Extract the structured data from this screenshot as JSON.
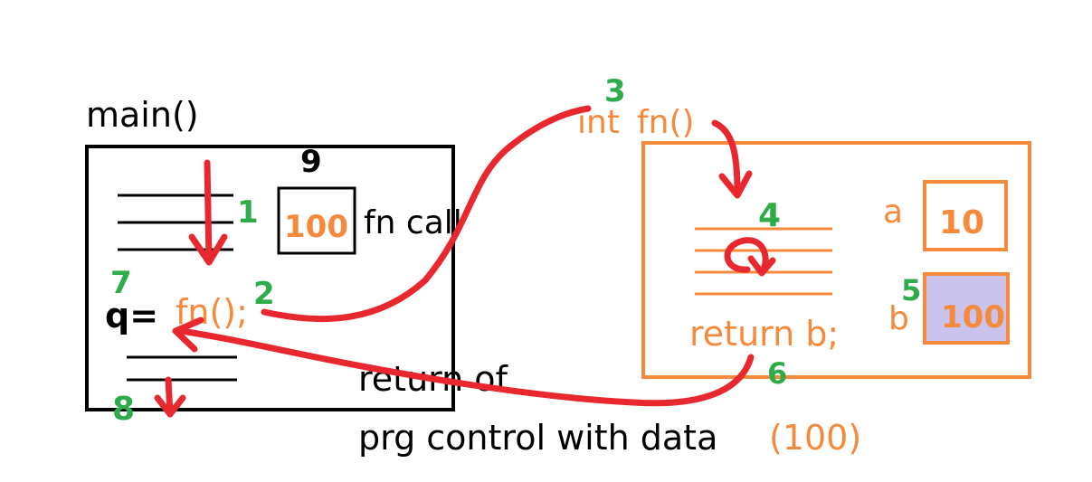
{
  "colors": {
    "black": "#000000",
    "orange": "#f58a3c",
    "red": "#e8282e",
    "green": "#2fab4a",
    "lavender": "#c9c3ee"
  },
  "main_block": {
    "title": "main()",
    "box_value": "100",
    "fn_call_label": "fn call",
    "assign_var": "q=",
    "assign_call": "fn();"
  },
  "fn_block": {
    "signature_prefix": "int",
    "signature_name": "fn()",
    "var_a_label": "a",
    "var_a_value": "10",
    "var_b_label": "b",
    "var_b_value": "100",
    "return_stmt": "return b;"
  },
  "caption": {
    "line1": "return of",
    "line2": "prg control with data",
    "value": "(100)"
  },
  "step_numbers": [
    "1",
    "2",
    "3",
    "4",
    "5",
    "6",
    "7",
    "8",
    "9"
  ]
}
